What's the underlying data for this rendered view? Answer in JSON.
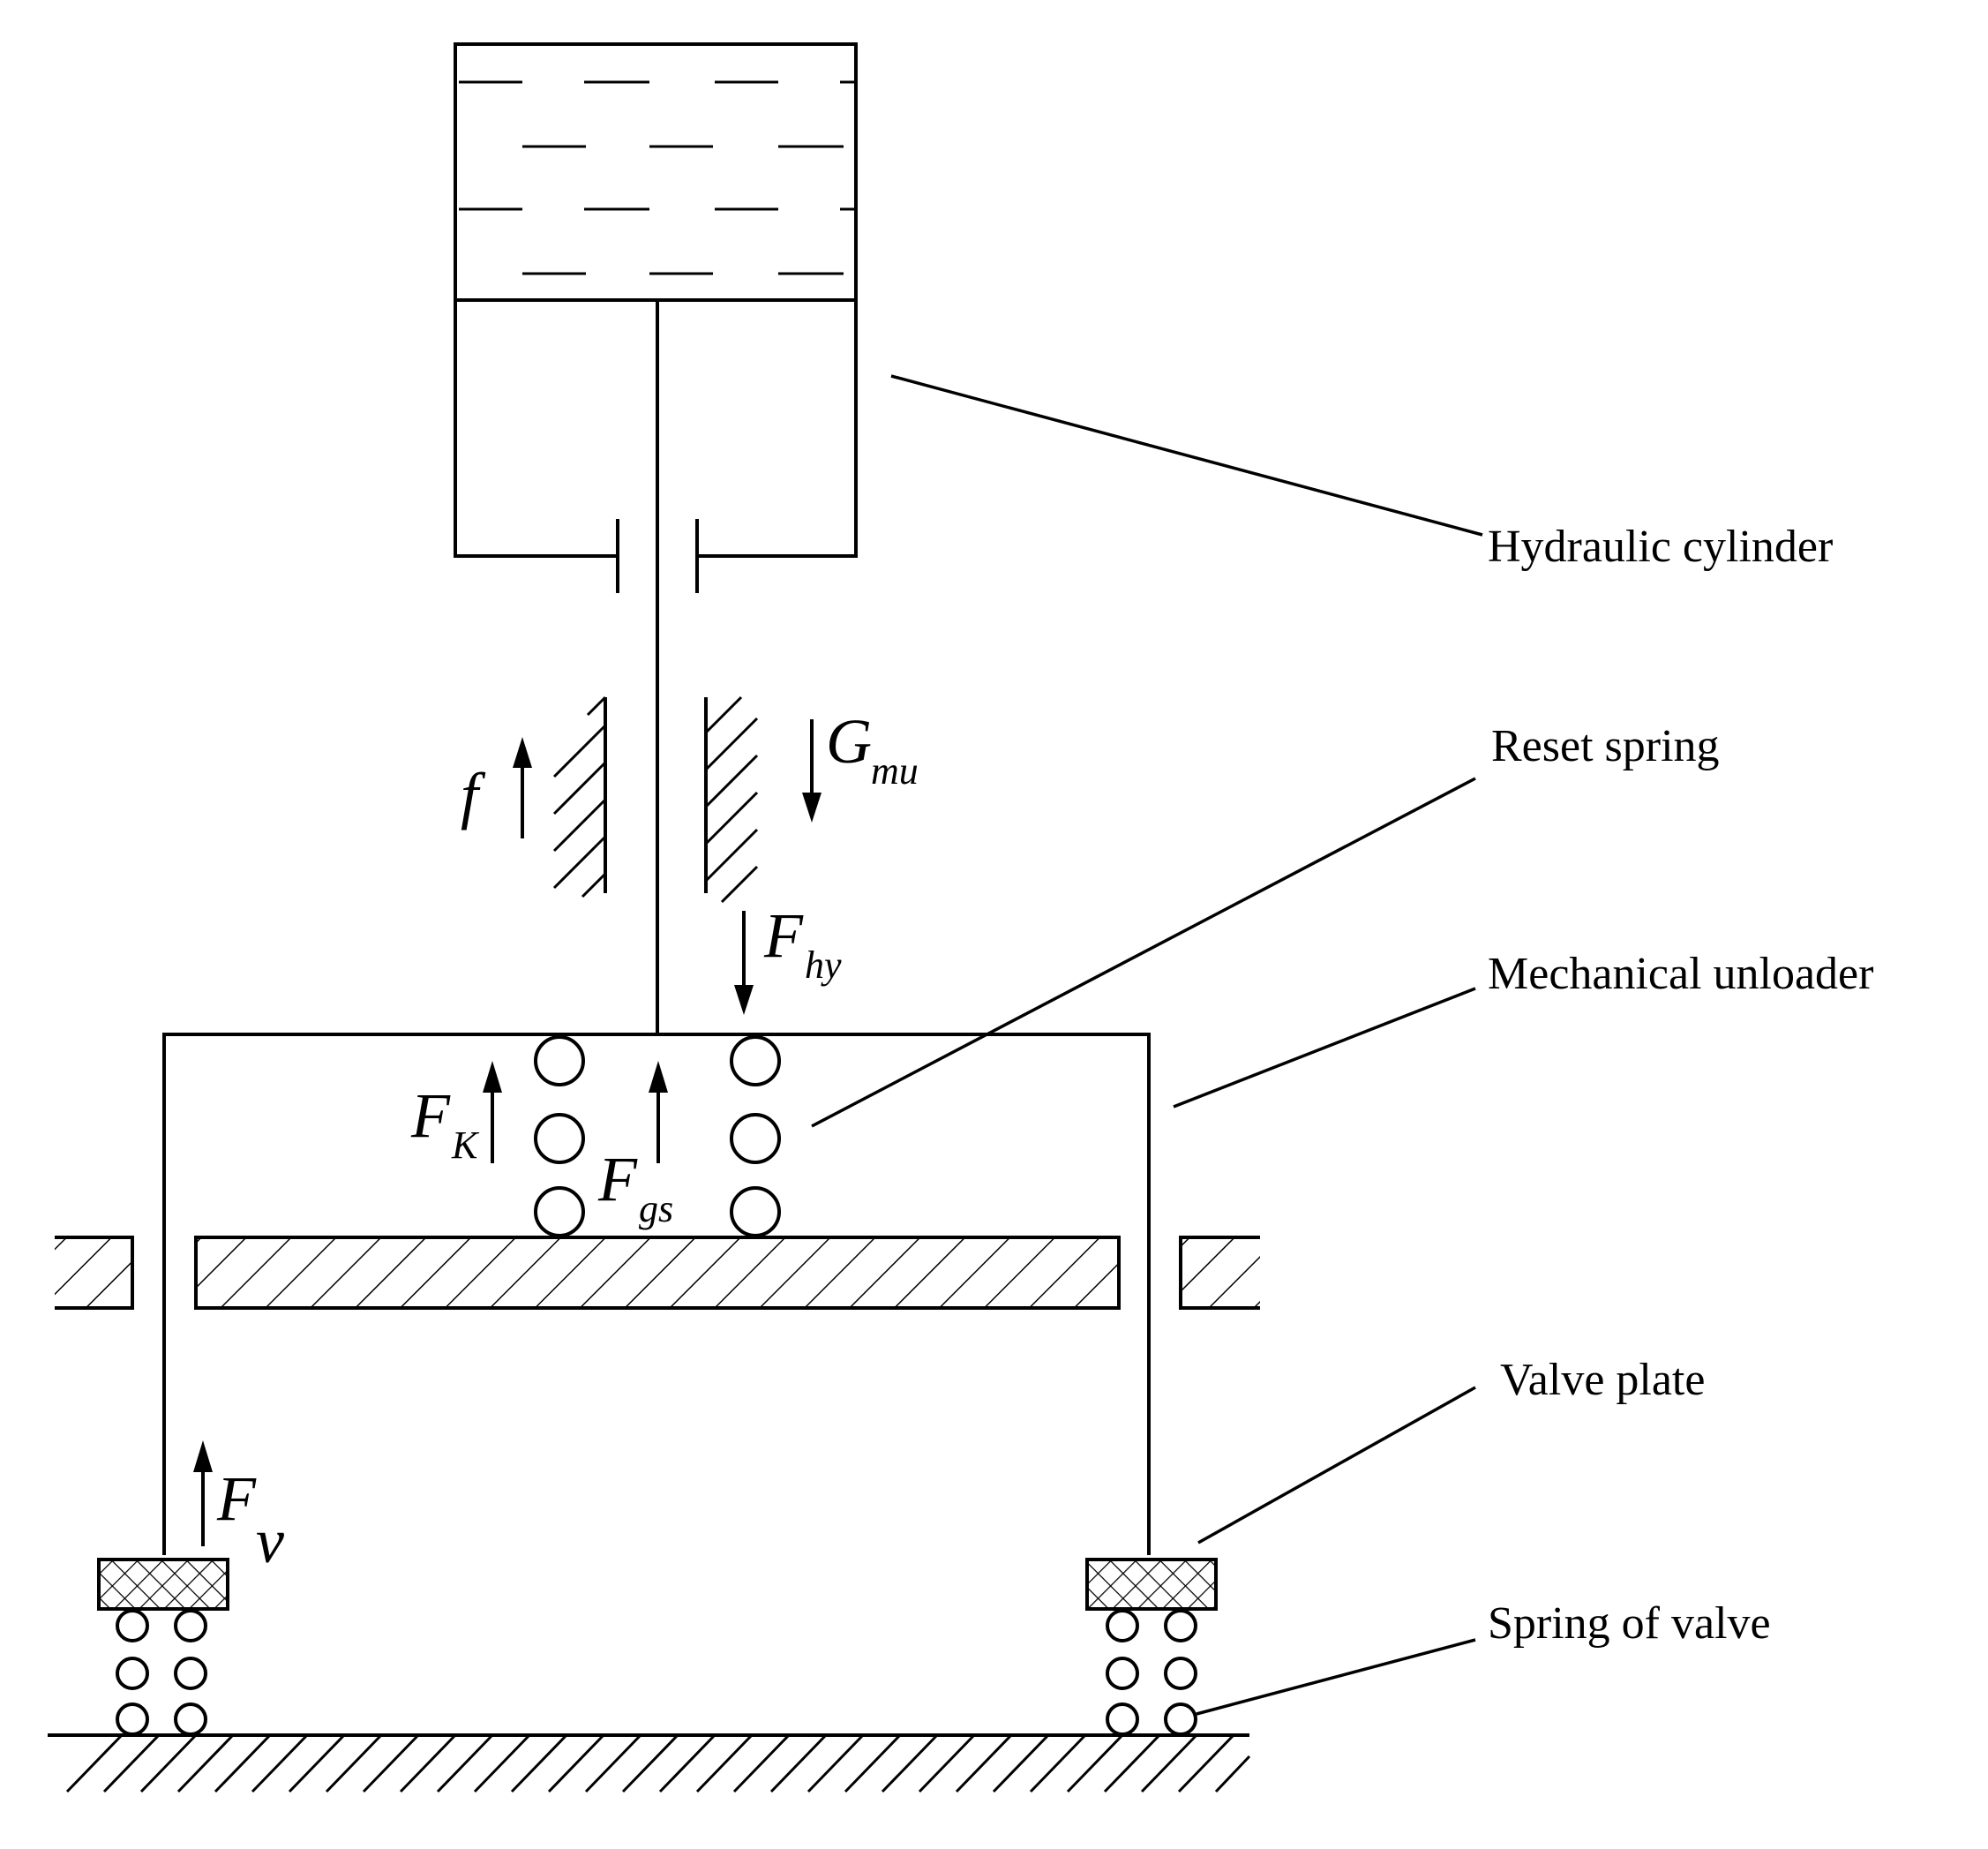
{
  "labels": {
    "hydraulic_cylinder": "Hydraulic cylinder",
    "reset_spring": "Reset spring",
    "mechanical_unloader": "Mechanical unloader",
    "valve_plate": "Valve plate",
    "spring_of_valve": "Spring of valve"
  },
  "forces": {
    "f": {
      "symbol": "f",
      "subscript": ""
    },
    "G_mu": {
      "symbol": "G",
      "subscript": "mu"
    },
    "F_hy": {
      "symbol": "F",
      "subscript": "hy"
    },
    "F_K": {
      "symbol": "F",
      "subscript": "K"
    },
    "F_gs": {
      "symbol": "F",
      "subscript": "gs"
    },
    "F_v": {
      "symbol": "F",
      "subscript": "v"
    }
  },
  "colors": {
    "stroke": "#000000",
    "background": "#ffffff"
  }
}
